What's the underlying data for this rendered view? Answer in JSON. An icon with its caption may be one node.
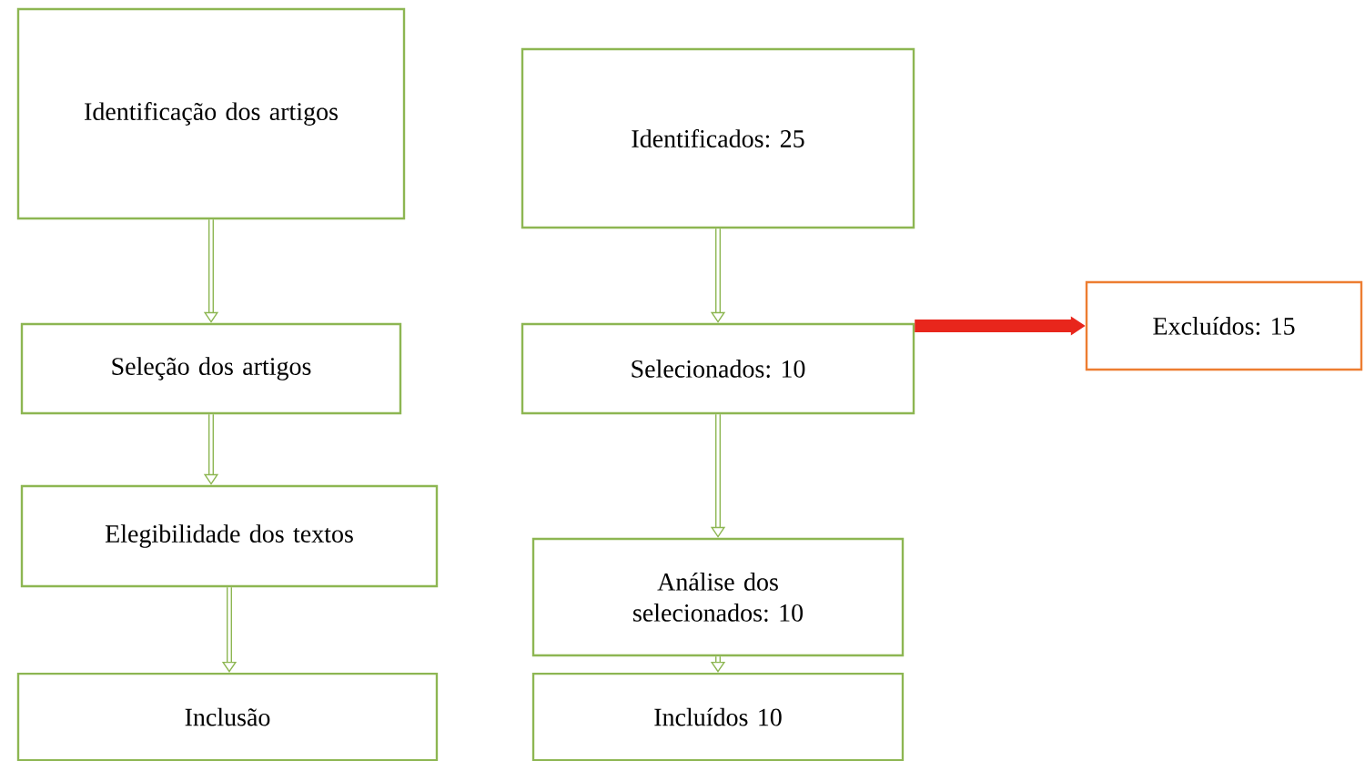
{
  "diagram": {
    "nodes": [
      {
        "text": [
          "Identificação dos artigos"
        ]
      },
      {
        "text": [
          "Identificados: 25"
        ]
      },
      {
        "text": [
          "Seleção dos artigos"
        ]
      },
      {
        "text": [
          "Selecionados: 10"
        ]
      },
      {
        "text": [
          "Excluídos: 15"
        ]
      },
      {
        "text": [
          "Elegibilidade dos textos"
        ]
      },
      {
        "text": [
          "Análise dos selecionados: 10"
        ]
      },
      {
        "text": [
          "Inclusão"
        ]
      },
      {
        "text": [
          "Incluídos 10"
        ]
      }
    ],
    "edges": [
      {
        "from": 0,
        "to": 2,
        "arrow": "to"
      },
      {
        "from": 2,
        "to": 5,
        "arrow": "to"
      },
      {
        "from": 5,
        "to": 7,
        "arrow": "to"
      },
      {
        "from": 1,
        "to": 3,
        "arrow": "to"
      },
      {
        "from": 3,
        "to": 6,
        "arrow": "to"
      },
      {
        "from": 6,
        "to": 8,
        "arrow": "to"
      },
      {
        "from": 3,
        "to": 4,
        "arrow": "to",
        "style": "thick",
        "color": "#e8261c"
      }
    ]
  }
}
